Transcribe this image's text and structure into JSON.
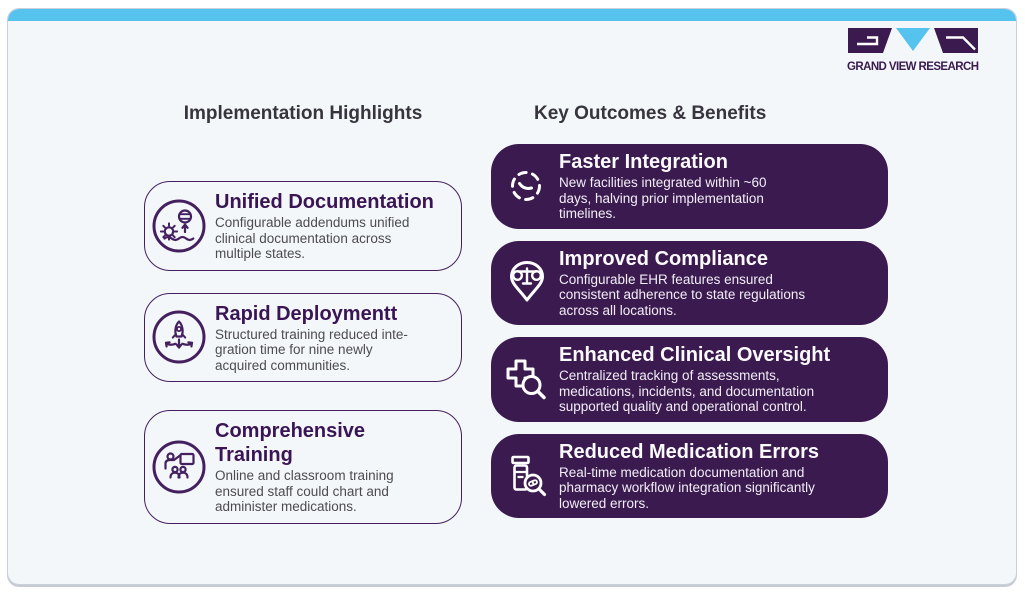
{
  "brand": {
    "logo_text": "GRAND VIEW RESEARCH",
    "colors": {
      "purple": "#3A1A4F",
      "cyan": "#56C3EF",
      "page_bg": "#F3F7FA"
    }
  },
  "left": {
    "heading": "Implementation Highlights",
    "cards": [
      {
        "icon": "gear-launch-icon",
        "title": "Unified Documentation",
        "description": "Configurable addendums unified\nclinical documentation across\nmultiple states."
      },
      {
        "icon": "rocket-deploy-icon",
        "title": "Rapid Deploymentt",
        "description": "Structured training reduced inte-\ngration time for nine newly\nacquired communities."
      },
      {
        "icon": "classroom-training-icon",
        "title": "Comprehensive Training",
        "description": "Online and classroom training\nensured staff could chart and\nadminister medications."
      }
    ]
  },
  "right": {
    "heading": "Key Outcomes & Benefits",
    "cards": [
      {
        "icon": "dashed-gauge-icon",
        "title": "Faster Integration",
        "description": "New facilities integrated within ~60\ndays, halving prior implementation\ntimelines."
      },
      {
        "icon": "compliance-pin-scale-icon",
        "title": "Improved Compliance",
        "description": "Configurable EHR features ensured\nconsistent adherence to state regulations\nacross all locations."
      },
      {
        "icon": "medical-cross-magnifier-icon",
        "title": "Enhanced Clinical Oversight",
        "description": "Centralized tracking of assessments,\nmedications, incidents, and documentation\nsupported quality and operational control."
      },
      {
        "icon": "pill-bottle-magnifier-icon",
        "title": "Reduced Medication Errors",
        "description": "Real-time medication documentation and\npharmacy workflow integration significantly\nlowered errors."
      }
    ]
  }
}
